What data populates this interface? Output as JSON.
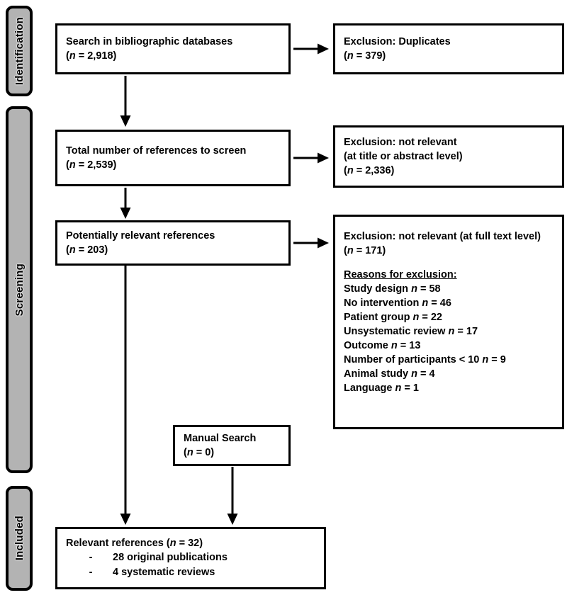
{
  "figure": {
    "type": "prisma-flow-diagram",
    "title": "PRISMA study selection flow diagram"
  },
  "phases": [
    {
      "id": "identification",
      "label": "Identification"
    },
    {
      "id": "screening",
      "label": "Screening"
    },
    {
      "id": "included",
      "label": "Included"
    }
  ],
  "boxes": {
    "search": {
      "name": "search-databases-box",
      "line1": "Search in bibliographic databases",
      "line2_pre": "(",
      "line2_n": "n",
      "line2_post": " = 2,918)"
    },
    "duplicates": {
      "name": "exclusion-duplicates-box",
      "line1": "Exclusion: Duplicates",
      "line2_pre": "(",
      "line2_n": "n",
      "line2_post": " = 379)"
    },
    "total_refs": {
      "name": "total-references-box",
      "line1": "Total number of references to screen",
      "line2_pre": "(",
      "line2_n": "n",
      "line2_post": " = 2,539)"
    },
    "excl_title_abstract": {
      "name": "exclusion-title-abstract-box",
      "line1": "Exclusion: not relevant",
      "line2": "(at title or abstract level)",
      "line3_pre": "(",
      "line3_n": "n",
      "line3_post": " = 2,336)"
    },
    "potentially_relevant": {
      "name": "potentially-relevant-box",
      "line1": "Potentially relevant references",
      "line2_pre": "(",
      "line2_n": "n",
      "line2_post": " = 203)"
    },
    "excl_fulltext": {
      "name": "exclusion-full-text-box",
      "line1": "Exclusion: not relevant (at full text level)",
      "line2_pre": "(",
      "line2_n": "n",
      "line2_post": " = 171)",
      "reasons_heading": "Reasons for exclusion:",
      "reasons": [
        {
          "label": "Study design ",
          "n": "n",
          "value": " = 58"
        },
        {
          "label": "No intervention ",
          "n": "n",
          "value": " = 46"
        },
        {
          "label": "Patient group ",
          "n": "n",
          "value": " = 22"
        },
        {
          "label": "Unsystematic review ",
          "n": "n",
          "value": " = 17"
        },
        {
          "label": "Outcome ",
          "n": "n",
          "value": " = 13"
        },
        {
          "label": "Number of participants < 10 ",
          "n": "n",
          "value": " = 9"
        },
        {
          "label": "Animal study ",
          "n": "n",
          "value": " = 4"
        },
        {
          "label": "Language ",
          "n": "n",
          "value": " = 1"
        }
      ]
    },
    "manual_search": {
      "name": "manual-search-box",
      "line1": "Manual Search",
      "line2_pre": "(",
      "line2_n": "n",
      "line2_post": " = 0)"
    },
    "relevant": {
      "name": "relevant-references-box",
      "line1_pre": "Relevant references (",
      "line1_n": "n",
      "line1_post": " = 32)",
      "bullets": [
        {
          "dash": "-",
          "text": "28 original publications"
        },
        {
          "dash": "-",
          "text": "4 systematic reviews"
        }
      ]
    }
  },
  "connectors": [
    {
      "name": "arrow-search-to-duplicates",
      "direction": "right"
    },
    {
      "name": "arrow-search-to-total",
      "direction": "down"
    },
    {
      "name": "arrow-total-to-exclusion-title-abstract",
      "direction": "right"
    },
    {
      "name": "arrow-total-to-potentially-relevant",
      "direction": "down"
    },
    {
      "name": "arrow-potentially-relevant-to-exclusion-fulltext",
      "direction": "right"
    },
    {
      "name": "arrow-potentially-relevant-to-relevant",
      "direction": "down"
    },
    {
      "name": "arrow-manual-search-to-relevant",
      "direction": "down"
    }
  ],
  "colors": {
    "phase_bar_fill": "#b3b3b3",
    "stroke": "#000000",
    "box_fill": "#ffffff",
    "page_background": "#ffffff"
  }
}
